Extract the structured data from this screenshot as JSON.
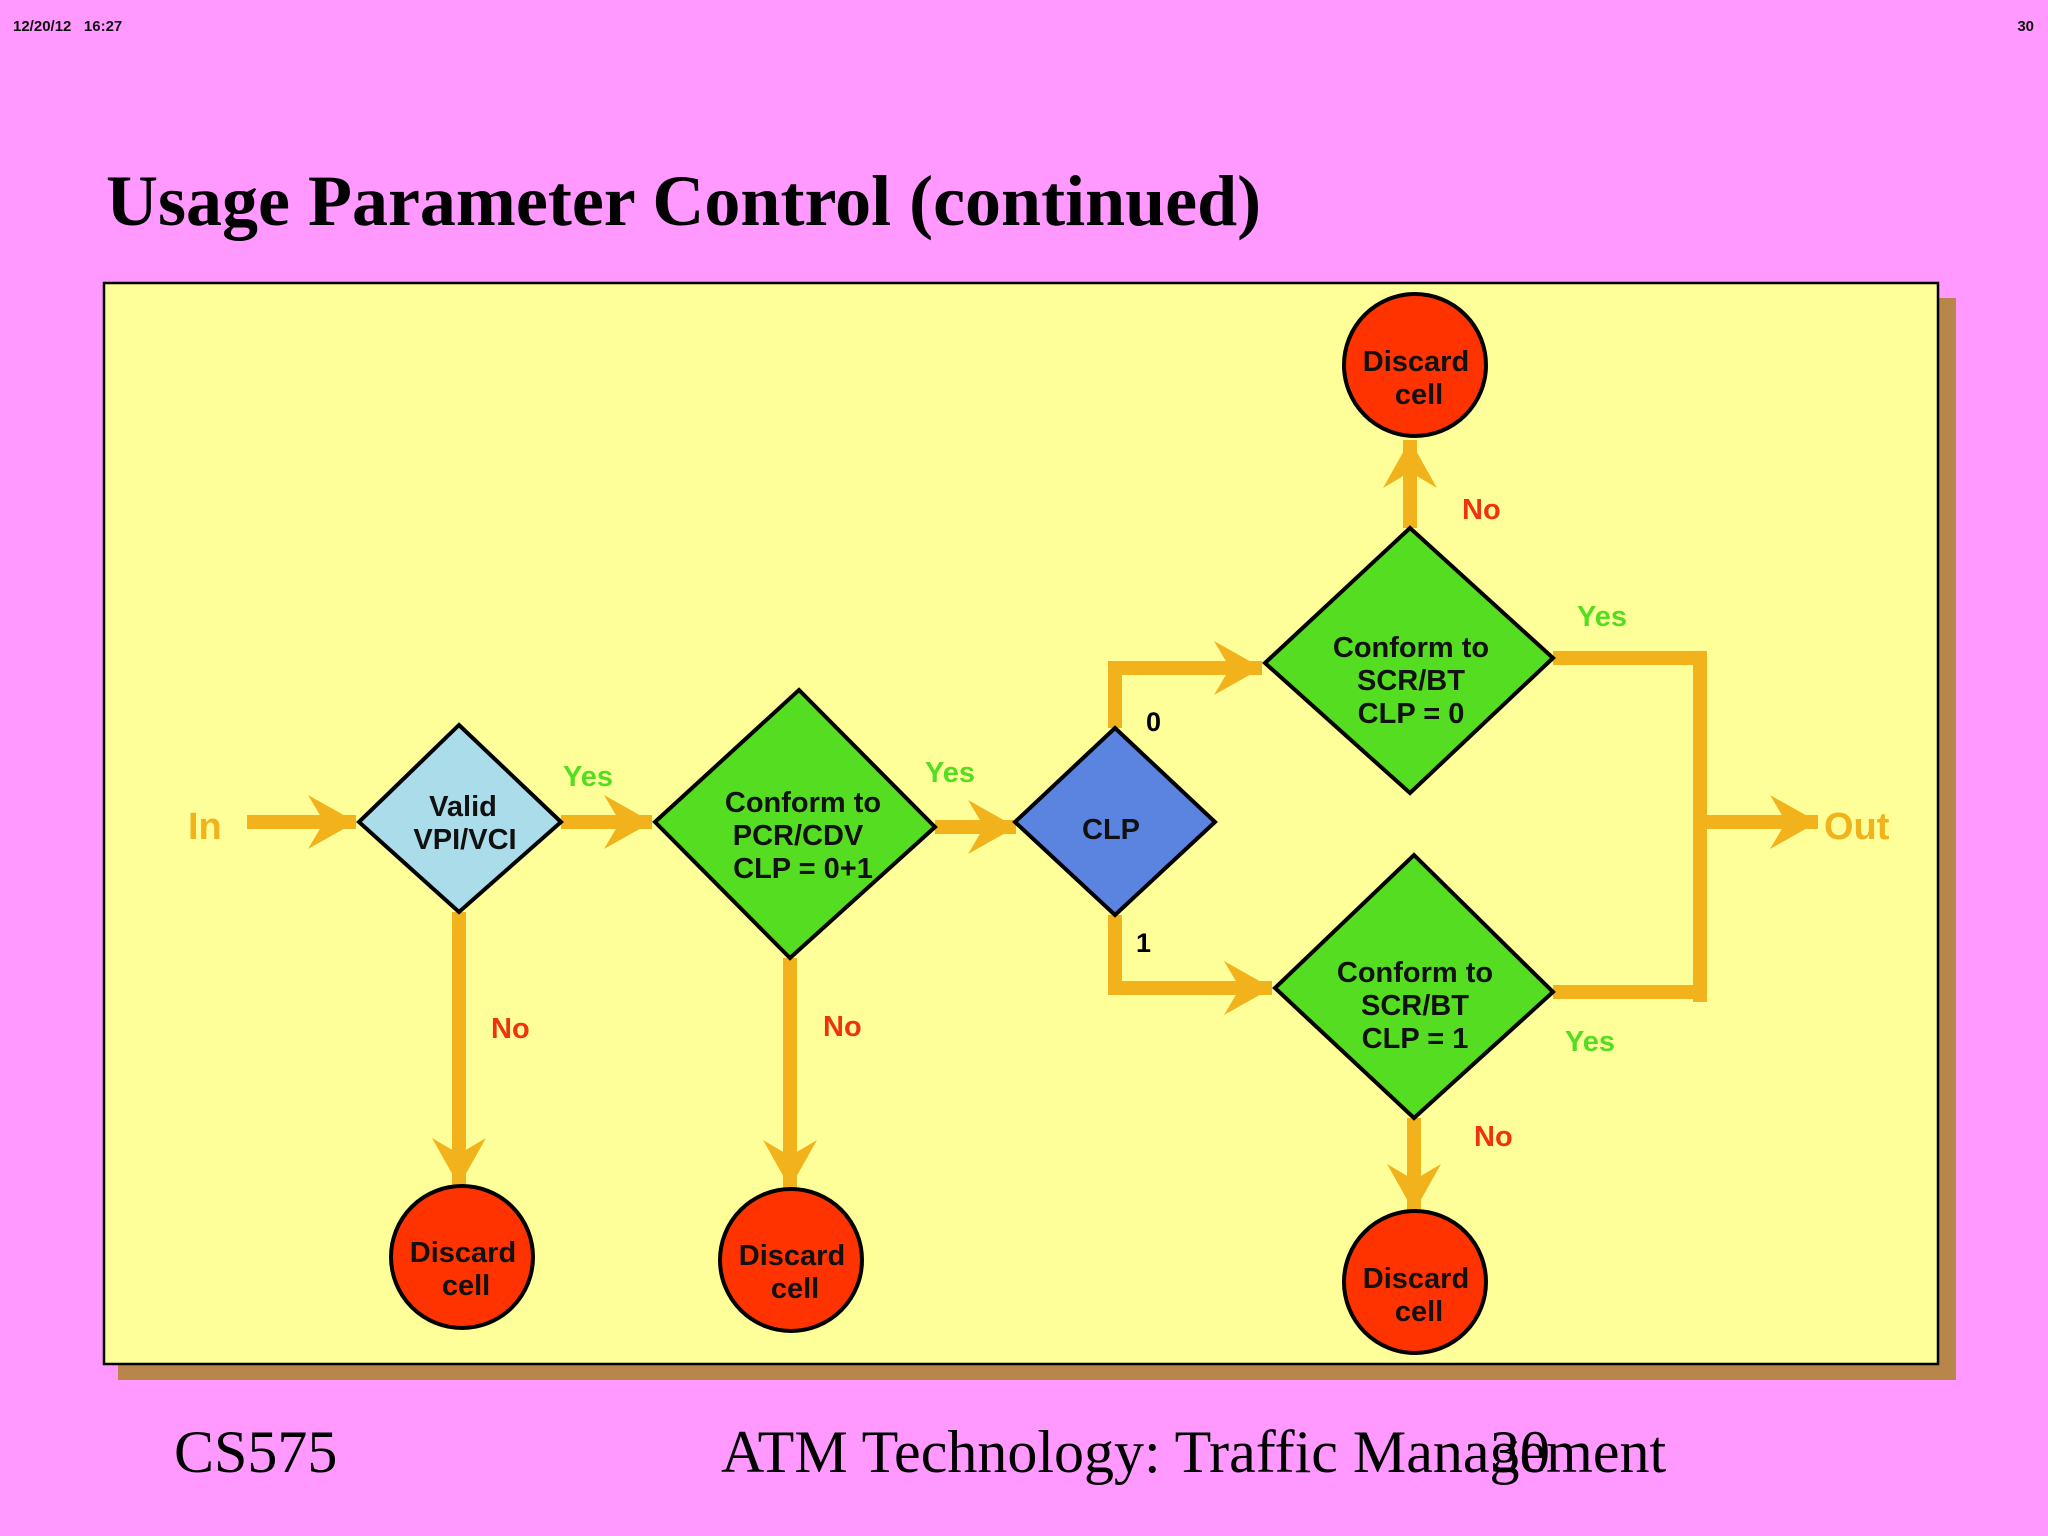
{
  "header": {
    "date": "12/20/12",
    "time": "16:27",
    "page": "30"
  },
  "title": "Usage Parameter Control (continued)",
  "diagram": {
    "input_label": "In",
    "output_label": "Out",
    "nodes": {
      "valid": [
        "Valid",
        "VPI/VCI"
      ],
      "pcr": [
        "Conform to",
        "PCR/CDV",
        "CLP = 0+1"
      ],
      "clp": [
        "CLP"
      ],
      "scr0": [
        "Conform to",
        "SCR/BT",
        "CLP = 0"
      ],
      "scr1": [
        "Conform to",
        "SCR/BT",
        "CLP = 1"
      ],
      "discard": [
        "Discard",
        "cell"
      ]
    },
    "edge_labels": {
      "yes": "Yes",
      "no": "No",
      "zero": "0",
      "one": "1"
    },
    "colors": {
      "slide_bg": "#ff99ff",
      "panel_bg": "#ffff99",
      "panel_shadow": "#b8864a",
      "arrow": "#f2b21c",
      "yes_label": "#55dd22",
      "no_label": "#ee3311",
      "in_out_label": "#f2b21c",
      "valid_fill": "#aadcea",
      "conform_fill": "#55dd22",
      "clp_fill": "#5b84e0",
      "discard_fill": "#ff3300"
    }
  },
  "footer": {
    "course": "CS575",
    "topic": "ATM Technology: Traffic Management",
    "page": "30"
  }
}
